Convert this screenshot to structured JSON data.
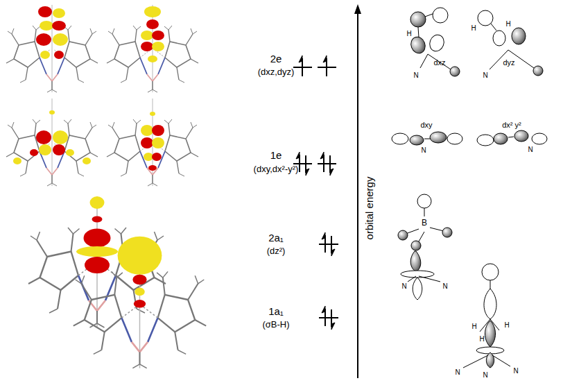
{
  "diagram": {
    "labels": [
      "2e",
      "(dxz,dyz)",
      "1e",
      "(dxy,dx²-y²)",
      "2a₁",
      "(dz²)",
      "1a₁",
      "(σB-H)",
      "orbital energy",
      "H",
      "dxz",
      "N",
      "H",
      "H",
      "dyz",
      "N",
      "dxy",
      "N",
      "dx² y²",
      "N",
      "B",
      "N",
      "N",
      "H",
      "H",
      "H",
      "N",
      "N",
      "N"
    ]
  }
}
